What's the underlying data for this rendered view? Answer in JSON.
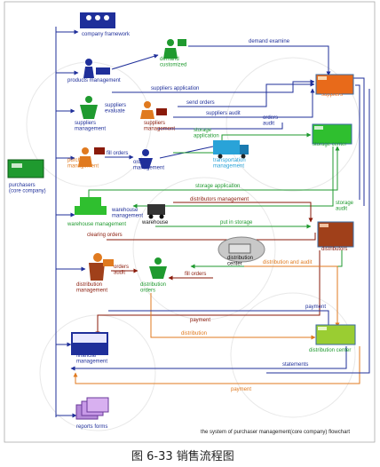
{
  "caption": "图 6-33 销售流程图",
  "footer": "the system of purchaser management(core company) flowchart",
  "nodes": {
    "company_framework": "company framework",
    "products_management": "products management",
    "demand_customized": "demand\ncustomized",
    "suppliers_evaluate": "suppliers\nevaluate",
    "suppliers_management_left": "suppliers\nmanagement",
    "suppliers_management_right": "suppliers\nmanagement",
    "purchase_management": "purchase\nmanagement",
    "orders_management": "orders\nmanagement",
    "transportation_management": "transportation\nmanagement",
    "purchasers": "purchasers\n(core company)",
    "warehouse_management": "warehouse management",
    "warehouse_management_2": "warehouse\nmanagement",
    "warehouse": "warehouse",
    "distribution_center_hub": "distribution\ncenter",
    "distribution_management": "distribution\nmanagement",
    "distribution_orders": "distribution\norders",
    "financial_management": "financial\nmanagement",
    "reports_forms": "reports forms",
    "suppliers": "suppliers",
    "storage_center": "storage center",
    "distributors": "distributors",
    "distribution_center": "distribution center"
  },
  "edges": {
    "demand_examine": "demand examine",
    "suppliers_application": "suppliers application",
    "send_orders": "send orders",
    "suppliers_audit": "suppliers audit",
    "orders_audit_top": "orders\naudit",
    "storage_application_top": "storage\napplication",
    "fill_orders_top": "fill orders",
    "storage_application_mid": "storage application",
    "storage_audit": "storage\naudit",
    "distributors_management": "distributors management",
    "put_in_storage": "put in storage",
    "clearing_orders": "clearing orders",
    "distribution_and_audit": "distribution and audit",
    "orders_audit_bottom": "orders\naudit",
    "fill_orders_bottom": "fill orders",
    "payment_right": "payment",
    "payment_mid": "payment",
    "distribution": "distribution",
    "statements": "statements",
    "payment_bottom": "payment"
  },
  "colors": {
    "blue": "#1f2f9a",
    "green": "#1f9a2f",
    "orange": "#e07a1f",
    "dark_red": "#8a1a0a",
    "lime": "#9acd32",
    "purple": "#b58ad8",
    "box_border": "#3a6aa0"
  }
}
